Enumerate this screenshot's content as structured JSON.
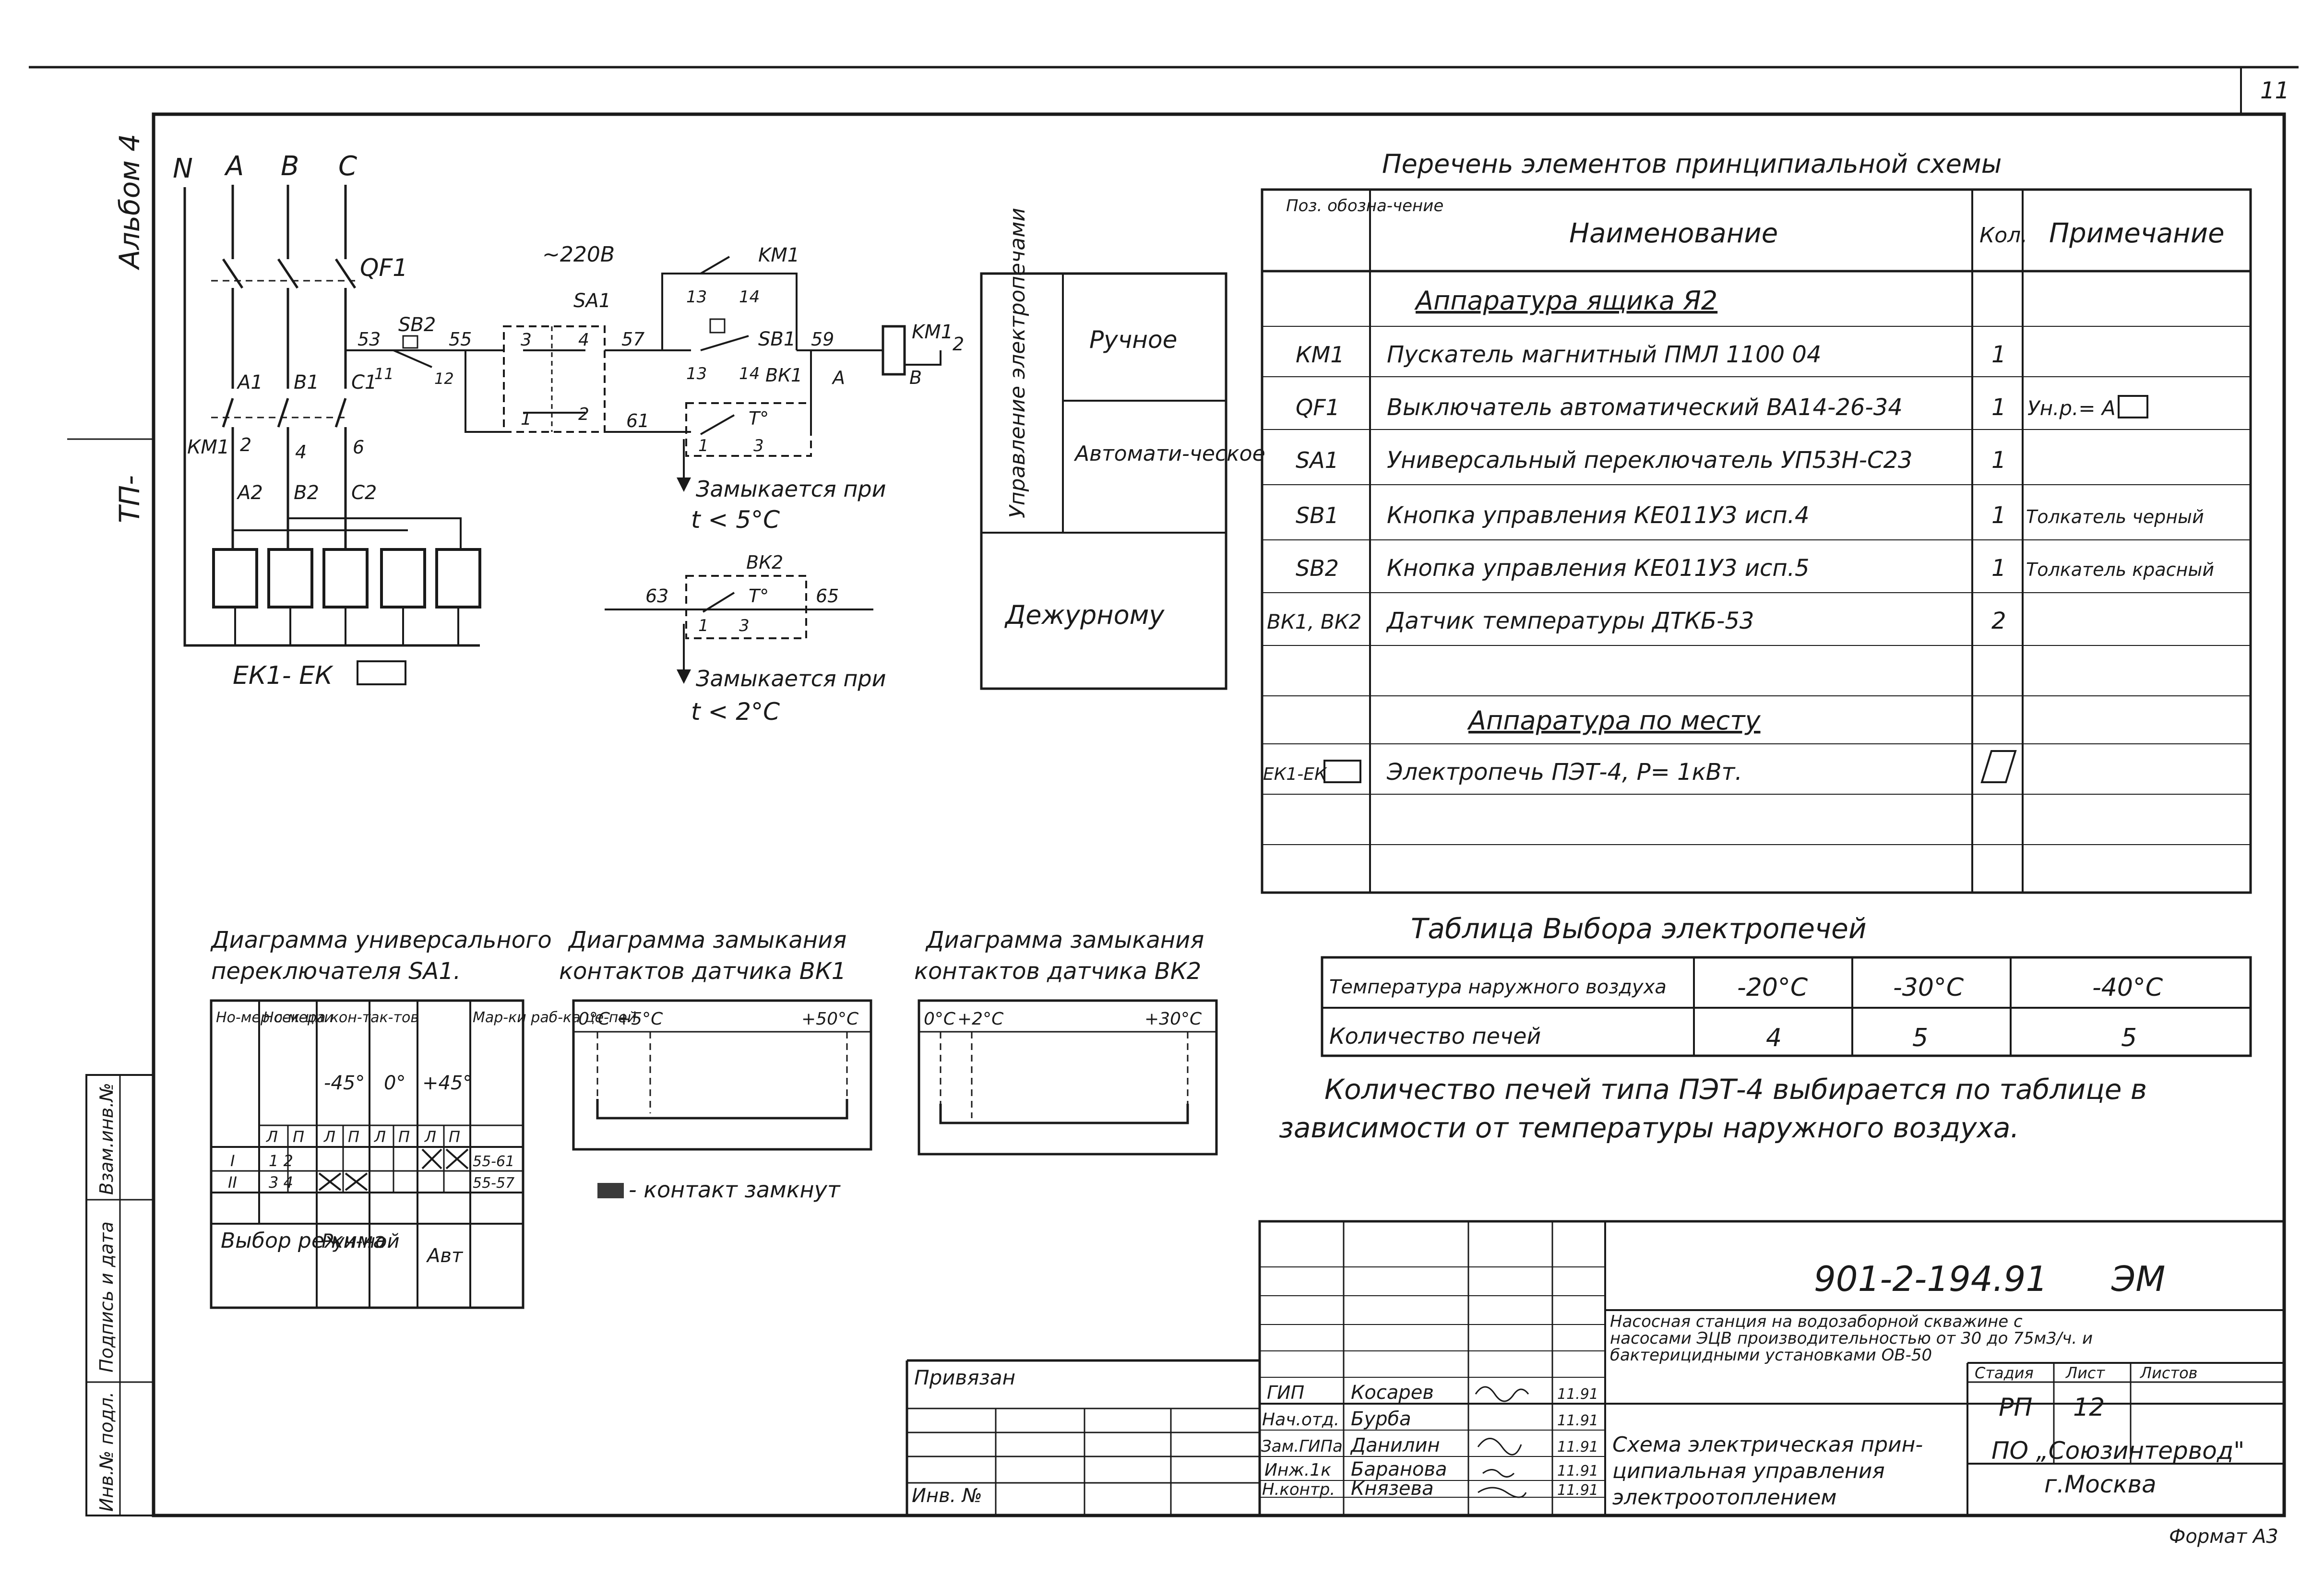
{
  "sheet": {
    "sheet_number_corner": "11",
    "left_margin_album": "Альбом 4",
    "left_margin_tp": "ТП-",
    "format": "Формат А3",
    "side_stamp_labels": [
      "Взам.инв.№",
      "Подпись и дата",
      "Инв.№ подл."
    ]
  },
  "schematic": {
    "bus_labels": [
      "N",
      "A",
      "B",
      "C"
    ],
    "qf1": "QF1",
    "voltage": "~220В",
    "km1_top": "KM1",
    "km1_coil": "KM1",
    "sa1": "SA1",
    "sb1": "SB1",
    "sb2": "SB2",
    "bk1": "ВК1",
    "bk2": "ВК2",
    "km1_contacts_label": "КМ1",
    "phase_labels_1": [
      "A1",
      "B1",
      "C1"
    ],
    "phase_labels_2": [
      "A2",
      "B2",
      "C2"
    ],
    "wire_numbers": [
      "53",
      "55",
      "57",
      "59",
      "61",
      "63",
      "65"
    ],
    "terminal_numbers": [
      "1",
      "2",
      "3",
      "4",
      "11",
      "12",
      "13",
      "14",
      "13",
      "14",
      "2",
      "1",
      "3",
      "1",
      "3",
      "2",
      "4",
      "6",
      "A",
      "B"
    ],
    "heaters_label": "ЕК1- ЕК",
    "closes_1_line1": "Замыкается при",
    "closes_1_line2": "t < 5°С",
    "closes_2_line1": "Замыкается при",
    "closes_2_line2": "t < 2°С",
    "t_symbol": "T°"
  },
  "mode_box": {
    "rotated_label": "Управление электропечами",
    "manual": "Ручное",
    "auto": "Автомати-ческое",
    "duty": "Дежурному"
  },
  "elements_table": {
    "title": "Перечень элементов принципиальной схемы",
    "headers": [
      "Поз. обозна-чение",
      "Наименование",
      "Кол.",
      "Примечание"
    ],
    "section_1": "Аппаратура ящика Я2",
    "rows_1": [
      {
        "pos": "КМ1",
        "name": "Пускатель магнитный ПМЛ 1100 04",
        "qty": "1",
        "note": ""
      },
      {
        "pos": "QF1",
        "name": "Выключатель автоматический ВА14-26-34",
        "qty": "1",
        "note": "Ун.р.=  А"
      },
      {
        "pos": "SA1",
        "name": "Универсальный переключатель УП53Н-С23",
        "qty": "1",
        "note": ""
      },
      {
        "pos": "SB1",
        "name": "Кнопка управления КЕ011У3 исп.4",
        "qty": "1",
        "note": "Толкатель черный"
      },
      {
        "pos": "SB2",
        "name": "Кнопка управления КЕ011У3 исп.5",
        "qty": "1",
        "note": "Толкатель красный"
      },
      {
        "pos": "ВК1, ВК2",
        "name": "Датчик температуры ДТКБ-53",
        "qty": "2",
        "note": ""
      }
    ],
    "section_2": "Аппаратура по месту",
    "rows_2": [
      {
        "pos": "ЕК1-ЕК",
        "name": "Электропечь ПЭТ-4,  Р= 1кВт.",
        "qty": "",
        "note": ""
      }
    ]
  },
  "furnace_table": {
    "title": "Таблица Выбора электропечей",
    "row1_label": "Температура наружного воздуха",
    "row2_label": "Количество печей",
    "temps": [
      "-20°С",
      "-30°С",
      "-40°С"
    ],
    "counts": [
      "4",
      "5",
      "5"
    ],
    "note_line1": "Количество печей типа ПЭТ-4 выбирается по таблице в",
    "note_line2": "зависимости от температуры наружного воздуха."
  },
  "sa1_diagram": {
    "title_line1": "Диаграмма универсального",
    "title_line2": "переключателя SA1.",
    "col_headers": [
      "Но-мер сек-ции",
      "Но-мера кон-так-тов",
      "-45°",
      "0°",
      "+45°",
      "Мар-ки раб-ка це-пей"
    ],
    "sub_headers": [
      "Л",
      "П",
      "Л",
      "П",
      "Л",
      "П",
      "Л",
      "П"
    ],
    "rows": [
      {
        "section": "I",
        "contacts": "1 2",
        "circuit": "55-61"
      },
      {
        "section": "II",
        "contacts": "3 4",
        "circuit": "55-57"
      }
    ],
    "mode_label": "Выбор режима",
    "mode_manual": "Руч-ной",
    "mode_auto": "Авт"
  },
  "bk1_diagram": {
    "title_line1": "Диаграмма замыкания",
    "title_line2": "контактов датчика ВК1",
    "left": "0°С",
    "mid": "+5°С",
    "right": "+50°С"
  },
  "bk2_diagram": {
    "title_line1": "Диаграмма замыкания",
    "title_line2": "контактов датчика ВК2",
    "left": "0°С",
    "mid": "+2°С",
    "right": "+30°С"
  },
  "legend": {
    "contact_closed": "- контакт замкнут"
  },
  "title_block": {
    "doc_code": "901-2-194.91",
    "doc_type": "ЭМ",
    "project_line1": "Насосная станция на водозаборной скважине с",
    "project_line2": "насосами ЭЦВ производительностью от 30 до 75м3/ч. и",
    "project_line3": "бактерицидными установками ОВ-50",
    "stage_header": "Стадия",
    "sheet_header": "Лист",
    "sheets_header": "Листов",
    "stage": "РП",
    "sheet": "12",
    "drawing_line1": "Схема электрическая прин-",
    "drawing_line2": "ципиальная управления",
    "drawing_line3": "электроотоплением",
    "org_line1": "ПО „Союзинтервод\"",
    "org_line2": "г.Москва",
    "privyazan": "Привязан",
    "inv_no": "Инв. №",
    "staff": [
      {
        "role": "ГИП",
        "name": "Косарев",
        "date": "11.91"
      },
      {
        "role": "Нач.отд.",
        "name": "Бурба",
        "date": "11.91"
      },
      {
        "role": "Зам.ГИПа",
        "name": "Данилин",
        "date": "11.91"
      },
      {
        "role": "Инж.1к",
        "name": "Баранова",
        "date": "11.91"
      },
      {
        "role": "Н.контр.",
        "name": "Князева",
        "date": "11.91"
      }
    ]
  }
}
